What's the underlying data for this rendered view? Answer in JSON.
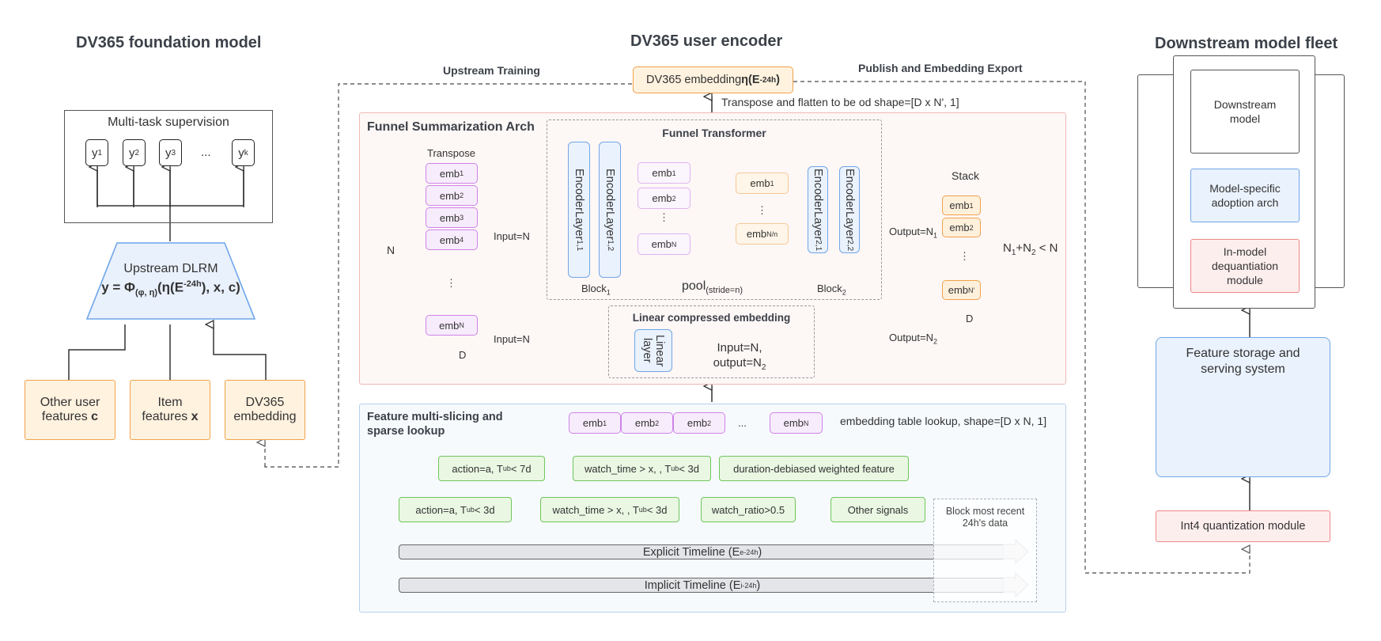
{
  "titles": {
    "foundation": "DV365 foundation model",
    "encoder": "DV365 user encoder",
    "downstream": "Downstream model fleet"
  },
  "foundation": {
    "multitask_label": "Multi-task supervision",
    "y_labels": [
      "y",
      "y",
      "y",
      "y"
    ],
    "y_subs": [
      "1",
      "2",
      "3",
      "k"
    ],
    "y_ellipsis": "...",
    "dlrm_title": "Upstream DLRM",
    "dlrm_formula": {
      "a": "y = Φ",
      "b": "(φ, η)",
      "c": "(η(E",
      "d": "-24h",
      "e": "), x, c)"
    },
    "inputs": {
      "other": {
        "line1": "Other user",
        "line2": "features ",
        "bold": "c"
      },
      "item": {
        "line1": "Item",
        "line2": "features ",
        "bold": "x"
      },
      "dv": {
        "line1": "DV365",
        "line2": "embedding"
      }
    }
  },
  "encoder": {
    "upstream_training": "Upstream Training",
    "publish_export": "Publish and Embedding Export",
    "embedding_box": {
      "text": "DV365 embedding ",
      "bold": "η(E",
      "sup": "-24h",
      "close": ")"
    },
    "transpose_flatten": "Transpose and flatten to be od shape=[D x N', 1]",
    "funnel_summary": "Funnel Summarization Arch",
    "transpose": "Transpose",
    "n_label": "N",
    "d_label": "D",
    "emb_label": "emb",
    "emb_subs": [
      "1",
      "2",
      "3",
      "4",
      "N"
    ],
    "vdots": "⋮",
    "input_n_1": "Input=N",
    "input_n_2": "Input=N",
    "funnel_transformer": {
      "title": "Funnel Transformer",
      "enc_11": {
        "base": "EncoderLayer",
        "sub": "1,1"
      },
      "enc_12": {
        "base": "EncoderLayer",
        "sub": "1,2"
      },
      "enc_21": {
        "base": "EncoderLayer",
        "sub": "2,1"
      },
      "enc_22": {
        "base": "EncoderLayer",
        "sub": "2,2"
      },
      "mid_subs": [
        "1",
        "2",
        "N"
      ],
      "pooled_subs": [
        "1",
        "N/n"
      ],
      "block1": {
        "base": "Block",
        "sub": "1"
      },
      "pool": {
        "base": "pool",
        "sub": "(stride=n)"
      },
      "block2": {
        "base": "Block",
        "sub": "2"
      }
    },
    "linear": {
      "title": "Linear compressed embedding",
      "layer_label": "Linear layer",
      "io_line1": "Input=N,",
      "io_line2": "output=N",
      "io_sub": "2"
    },
    "stack": {
      "title": "Stack",
      "subs": [
        "1",
        "2",
        "N'"
      ],
      "d_label": "D",
      "out1": {
        "base": "Output=N",
        "sub": "1"
      },
      "out2": {
        "base": "Output=N",
        "sub": "2"
      },
      "constraint": {
        "a": "N",
        "a_sub": "1",
        "b": "+N",
        "b_sub": "2",
        "c": " < N"
      }
    },
    "feature": {
      "title_line1": "Feature multi-slicing and",
      "title_line2": "sparse lookup",
      "lookup_subs": [
        "1",
        "2",
        "2",
        "N"
      ],
      "lookup_ellipsis": "...",
      "lookup_note": "embedding table lookup, shape=[D x N, 1]",
      "g_top": [
        {
          "a": "action=a, T",
          "sub": "ub",
          "b": " < 7d"
        },
        {
          "a": "watch_time > x, , T",
          "sub": "ub",
          "b": " < 3d"
        },
        {
          "a": "duration-debiased weighted feature",
          "sub": "",
          "b": ""
        }
      ],
      "g_bot": [
        {
          "a": "action=a, T",
          "sub": "ub",
          "b": " < 3d"
        },
        {
          "a": "watch_time > x, , T",
          "sub": "ub",
          "b": " < 3d"
        },
        {
          "a": "watch_ratio>0.5",
          "sub": "",
          "b": ""
        },
        {
          "a": "Other signals",
          "sub": "",
          "b": ""
        }
      ],
      "explicit": {
        "a": "Explicit Timeline (E",
        "sub": "e",
        "sup": "-24h",
        "b": ")"
      },
      "implicit": {
        "a": "Implicit Timeline (E",
        "sub": "i",
        "sup": "-24h",
        "b": ")"
      },
      "block_recent_1": "Block most recent",
      "block_recent_2": "24h's data"
    }
  },
  "downstream": {
    "model_line1": "Downstream",
    "model_line2": "model",
    "adoption_line1": "Model-specific",
    "adoption_line2": "adoption arch",
    "dequant_line1": "In-model",
    "dequant_line2": "dequantiation",
    "dequant_line3": "module",
    "feature_store_line1": "Feature storage and",
    "feature_store_line2": "serving system",
    "int4": "Int4 quantization module"
  }
}
